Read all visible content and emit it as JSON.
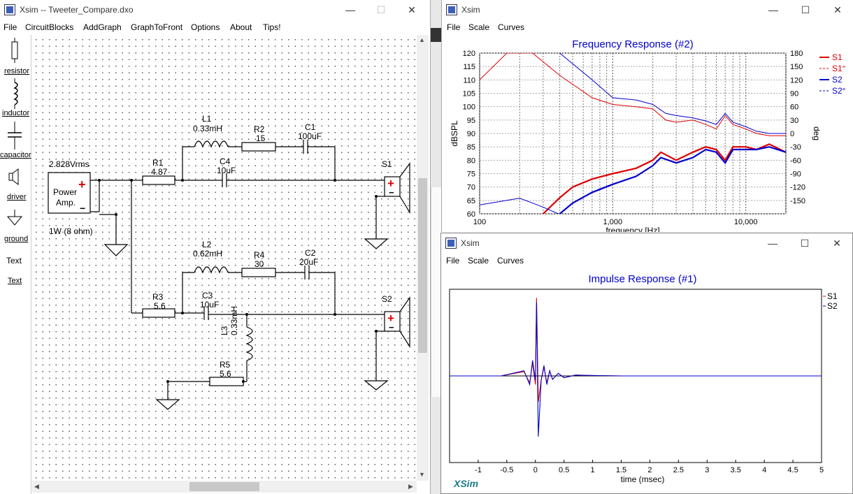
{
  "main_window": {
    "title": "Xsim -- Tweeter_Compare.dxo",
    "controls": {
      "minimize": "—",
      "maximize": "☐",
      "close": "✕"
    },
    "menu": [
      "File",
      "CircuitBlocks",
      "AddGraph",
      "GraphToFront",
      "Options",
      "About",
      "Tips!"
    ],
    "toolbar": [
      {
        "label": "resistor",
        "icon": "resistor-icon"
      },
      {
        "label": "inductor",
        "icon": "inductor-icon"
      },
      {
        "label": "capacitor",
        "icon": "capacitor-icon"
      },
      {
        "label": "driver",
        "icon": "driver-icon"
      },
      {
        "label": "ground",
        "icon": "ground-icon"
      },
      {
        "label": "Text",
        "icon": "text-icon"
      }
    ]
  },
  "circuit": {
    "source": {
      "voltage": "2.828Vrms",
      "line1": "Power",
      "line2": "Amp.",
      "plus": "+",
      "minus": "−",
      "load": "1W (8 ohm)"
    },
    "components": {
      "R1": {
        "name": "R1",
        "value": "4.87"
      },
      "L1": {
        "name": "L1",
        "value": "0.33mH"
      },
      "R2": {
        "name": "R2",
        "value": "15"
      },
      "C1": {
        "name": "C1",
        "value": "100uF"
      },
      "C4": {
        "name": "C4",
        "value": "10uF"
      },
      "L2": {
        "name": "L2",
        "value": "0.62mH"
      },
      "R4": {
        "name": "R4",
        "value": "30"
      },
      "C2": {
        "name": "C2",
        "value": "20uF"
      },
      "R3": {
        "name": "R3",
        "value": "5.6"
      },
      "C3": {
        "name": "C3",
        "value": "10uF"
      },
      "L3": {
        "name": "L3",
        "value": "0.33mH"
      },
      "R5": {
        "name": "R5",
        "value": "5.6"
      }
    },
    "drivers": [
      {
        "name": "S1"
      },
      {
        "name": "S2"
      }
    ]
  },
  "freq_window": {
    "title": "Xsim",
    "menu": [
      "File",
      "Scale",
      "Curves"
    ],
    "controls": {
      "minimize": "—",
      "maximize": "☐",
      "close": "✕"
    }
  },
  "impulse_window": {
    "title": "Xsim",
    "menu": [
      "File",
      "Scale",
      "Curves"
    ],
    "controls": {
      "minimize": "—",
      "maximize": "☐",
      "close": "✕"
    },
    "brand": "XSim"
  },
  "chart_data": [
    {
      "type": "line",
      "title": "Frequency Response (#2)",
      "xlabel": "frequency [Hz]",
      "ylabel": "dBSPL",
      "y2label": "deg",
      "xscale": "log",
      "xlim": [
        100,
        20000
      ],
      "ylim": [
        60,
        120
      ],
      "y2lim": [
        -180,
        180
      ],
      "xticks": [
        "100",
        "1,000",
        "10,000"
      ],
      "yticks": [
        "60",
        "65",
        "70",
        "75",
        "80",
        "85",
        "90",
        "95",
        "100",
        "105",
        "110",
        "115",
        "120"
      ],
      "y2ticks": [
        "-150",
        "-120",
        "-90",
        "-60",
        "-30",
        "0",
        "30",
        "60",
        "90",
        "120",
        "150",
        "180"
      ],
      "legend": "top-right",
      "colors": {
        "S1": "#dd0000",
        "S2": "#0000cc",
        "title": "#0000cc"
      },
      "series": [
        {
          "name": "S1",
          "axis": "left",
          "x": [
            300,
            400,
            500,
            700,
            1000,
            1500,
            2000,
            2300,
            3000,
            4000,
            5000,
            6000,
            7000,
            8000,
            10000,
            12000,
            15000,
            20000
          ],
          "y": [
            60,
            66,
            70,
            73,
            75,
            77,
            80,
            83,
            80,
            83,
            85,
            84,
            80,
            85,
            85,
            84,
            86,
            83
          ]
        },
        {
          "name": "S1°",
          "axis": "right",
          "dashed": true,
          "x": [
            100,
            160,
            240,
            250,
            400,
            700,
            1000,
            1500,
            2000,
            2500,
            3000,
            4000,
            5000,
            6000,
            7000,
            8000,
            10000,
            12000,
            15000,
            20000
          ],
          "y": [
            120,
            180,
            180,
            180,
            130,
            80,
            65,
            60,
            55,
            30,
            25,
            30,
            20,
            10,
            40,
            20,
            10,
            0,
            -5,
            -5
          ]
        },
        {
          "name": "S2",
          "axis": "left",
          "x": [
            400,
            500,
            700,
            1000,
            1500,
            2000,
            2300,
            3000,
            4000,
            5000,
            6000,
            7000,
            8000,
            10000,
            12000,
            15000,
            20000
          ],
          "y": [
            60,
            64,
            68,
            71,
            74,
            78,
            81,
            79,
            81,
            84,
            83,
            79,
            84,
            84,
            84,
            85,
            83
          ]
        },
        {
          "name": "S2°",
          "axis": "right",
          "dashed": true,
          "x": [
            100,
            200,
            300,
            390,
            400,
            700,
            1000,
            1500,
            2000,
            2500,
            3000,
            4000,
            5000,
            6000,
            7000,
            8000,
            10000,
            12000,
            15000,
            20000
          ],
          "y": [
            -160,
            -145,
            -165,
            -180,
            180,
            120,
            80,
            75,
            65,
            45,
            40,
            35,
            28,
            20,
            45,
            25,
            15,
            5,
            0,
            0
          ]
        }
      ]
    },
    {
      "type": "line",
      "title": "Impulse Response (#1)",
      "xlabel": "time (msec)",
      "xlim": [
        -1.5,
        5
      ],
      "xticks": [
        "-1",
        "-0.5",
        "0",
        "0.5",
        "1",
        "1.5",
        "2",
        "2.5",
        "3",
        "3.5",
        "4",
        "4.5",
        "5"
      ],
      "legend": "top-right",
      "colors": {
        "S1": "#dd0000",
        "S2": "#0000cc",
        "title": "#0000cc"
      },
      "series": [
        {
          "name": "S1",
          "x": [
            -1.5,
            -0.6,
            -0.2,
            -0.1,
            -0.05,
            0,
            0.02,
            0.05,
            0.1,
            0.15,
            0.2,
            0.25,
            0.3,
            0.4,
            0.5,
            0.7,
            1.0,
            1.5,
            5
          ],
          "y": [
            0,
            0,
            0.05,
            -0.08,
            0.15,
            -0.1,
            0.9,
            -0.3,
            -0.05,
            0.1,
            -0.08,
            0.06,
            -0.04,
            0.03,
            -0.02,
            0.01,
            0.005,
            0,
            0
          ]
        },
        {
          "name": "S2",
          "x": [
            -1.5,
            -0.6,
            -0.2,
            -0.1,
            -0.05,
            0,
            0.02,
            0.05,
            0.1,
            0.15,
            0.2,
            0.25,
            0.3,
            0.4,
            0.5,
            0.7,
            1.0,
            1.5,
            5
          ],
          "y": [
            0,
            0,
            0.06,
            -0.1,
            0.18,
            -0.05,
            0.85,
            -0.7,
            -0.05,
            0.12,
            -0.1,
            0.06,
            -0.04,
            0.03,
            -0.02,
            0.01,
            0.005,
            0,
            0
          ]
        }
      ]
    }
  ]
}
